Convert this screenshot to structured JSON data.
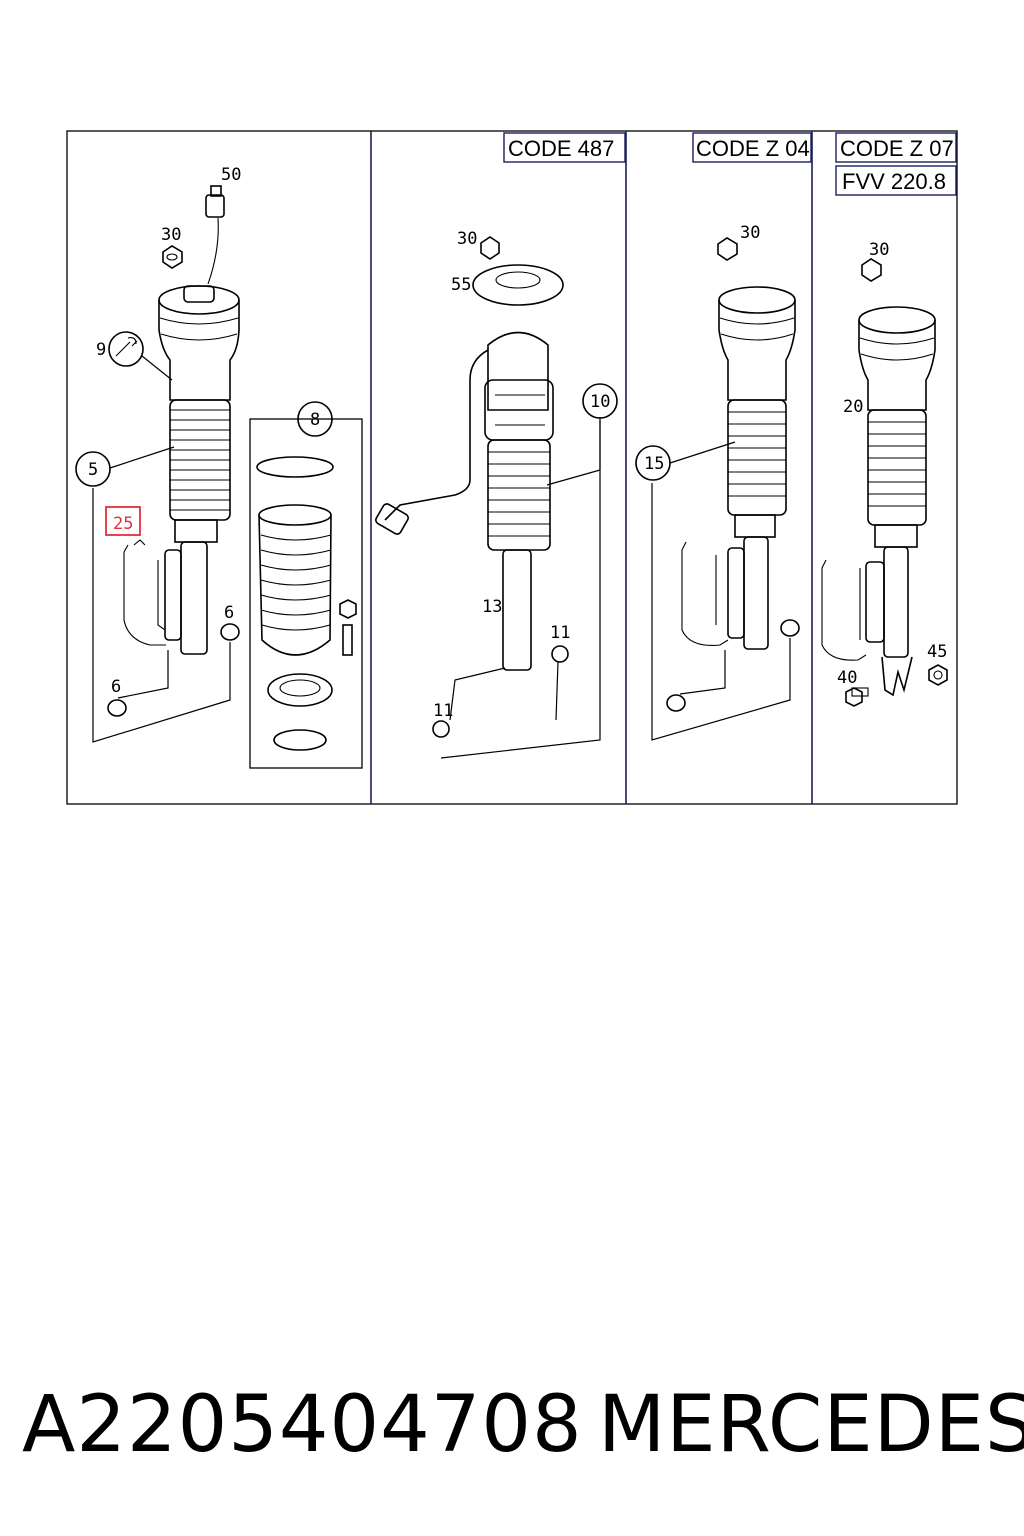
{
  "diagram": {
    "code_boxes": [
      {
        "id": "code-487",
        "text": "CODE 487"
      },
      {
        "id": "code-z04",
        "text": "CODE Z 04"
      },
      {
        "id": "code-z07",
        "text": "CODE Z 07"
      },
      {
        "id": "fvv",
        "text": "FVV 220.8"
      }
    ],
    "callouts": {
      "p1_50": "50",
      "p1_30": "30",
      "p1_9": "9",
      "p1_5": "5",
      "p1_25": "25",
      "p1_6a": "6",
      "p1_6b": "6",
      "p1_8": "8",
      "p2_30": "30",
      "p2_55": "55",
      "p2_10": "10",
      "p2_13": "13",
      "p2_11a": "11",
      "p2_11b": "11",
      "p3_30": "30",
      "p3_15": "15",
      "p4_30": "30",
      "p4_20": "20",
      "p4_40": "40",
      "p4_45": "45"
    },
    "highlight_color": "#e0303a"
  },
  "footer": {
    "part_number": "A2205404708",
    "brand": "MERCEDES"
  }
}
